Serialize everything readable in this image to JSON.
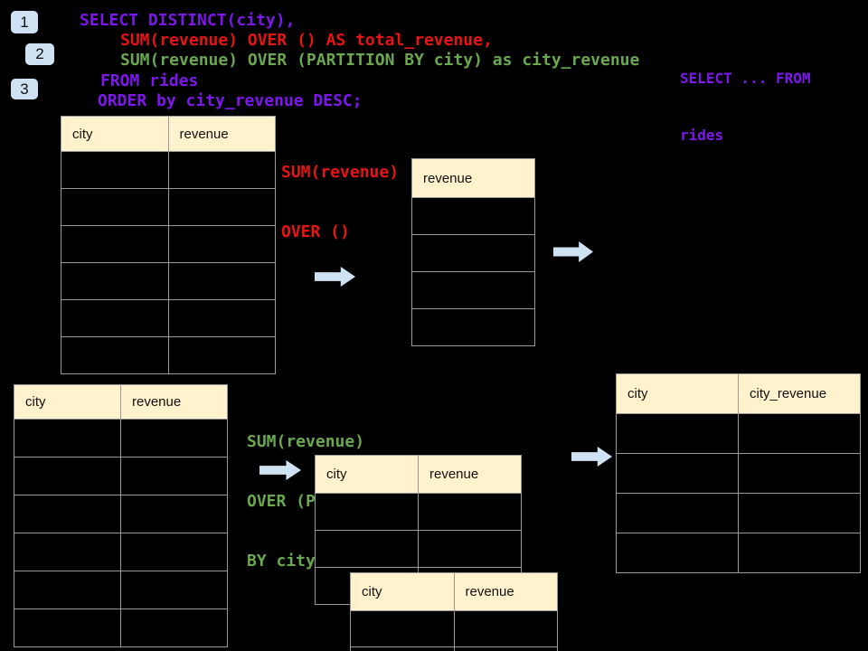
{
  "colors": {
    "background": "#000000",
    "accent_blue": "#cfe2f3",
    "table_header_fill": "#fff2cc",
    "table_border": "#999999",
    "sql_purple": "#7d17eb",
    "sql_red": "#e81313",
    "sql_green": "#6aa84f"
  },
  "step_badges": [
    {
      "label": "1"
    },
    {
      "label": "2"
    },
    {
      "label": "3"
    }
  ],
  "sql": {
    "lines": [
      {
        "text": "SELECT DISTINCT(city),"
      },
      {
        "text": "SUM(revenue) OVER () AS total_revenue,"
      },
      {
        "text": "SUM(revenue) OVER (PARTITION BY city) as city_revenue"
      },
      {
        "text": "FROM rides"
      },
      {
        "text": "ORDER by city_revenue DESC;"
      }
    ]
  },
  "side_note": {
    "line1": "SELECT ... FROM",
    "line2": "rides"
  },
  "annotations": {
    "total_revenue": {
      "line1": "SUM(revenue)",
      "line2": "OVER ()"
    },
    "partition": {
      "line1": "SUM(revenue)",
      "line2": "OVER (PARTITION",
      "line3": "BY city)"
    }
  },
  "tables": {
    "source_top": {
      "headers": [
        "city",
        "revenue"
      ],
      "row_count": 6
    },
    "total_result": {
      "headers": [
        "revenue"
      ],
      "row_count": 4
    },
    "source_bottom": {
      "headers": [
        "city",
        "revenue"
      ],
      "row_count": 6
    },
    "partition_back": {
      "headers": [
        "city",
        "revenue"
      ],
      "row_count": 3
    },
    "partition_front": {
      "headers": [
        "city",
        "revenue"
      ],
      "row_count": 2
    },
    "final_result": {
      "headers": [
        "city",
        "city_revenue"
      ],
      "row_count": 4
    }
  }
}
